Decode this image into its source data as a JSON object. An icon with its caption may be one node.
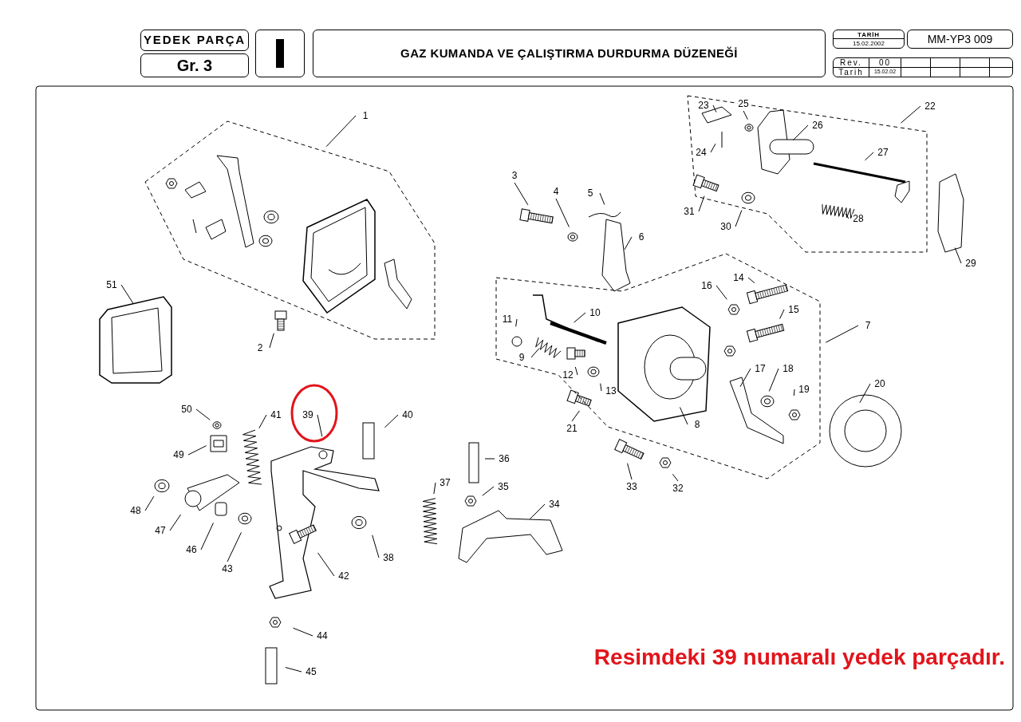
{
  "diagram": {
    "title": "GAZ KUMANDA VE ÇALIŞTIRMA DURDURMA DÜZENEĞİ",
    "caption": "Resimdeki 39 numaralı yedek parçadır.",
    "nodes": [
      {
        "text": [
          "1"
        ]
      },
      {
        "text": [
          "2"
        ]
      },
      {
        "text": [
          "3"
        ]
      },
      {
        "text": [
          "4"
        ]
      },
      {
        "text": [
          "5"
        ]
      },
      {
        "text": [
          "6"
        ]
      },
      {
        "text": [
          "7"
        ]
      },
      {
        "text": [
          "8"
        ]
      },
      {
        "text": [
          "9"
        ]
      },
      {
        "text": [
          "10"
        ]
      },
      {
        "text": [
          "11"
        ]
      },
      {
        "text": [
          "12"
        ]
      },
      {
        "text": [
          "13"
        ]
      },
      {
        "text": [
          "14"
        ]
      },
      {
        "text": [
          "15"
        ]
      },
      {
        "text": [
          "16"
        ]
      },
      {
        "text": [
          "17"
        ]
      },
      {
        "text": [
          "18"
        ]
      },
      {
        "text": [
          "19"
        ]
      },
      {
        "text": [
          "20"
        ]
      },
      {
        "text": [
          "21"
        ]
      },
      {
        "text": [
          "22"
        ]
      },
      {
        "text": [
          "23"
        ]
      },
      {
        "text": [
          "24"
        ]
      },
      {
        "text": [
          "25"
        ]
      },
      {
        "text": [
          "26"
        ]
      },
      {
        "text": [
          "27"
        ]
      },
      {
        "text": [
          "28"
        ]
      },
      {
        "text": [
          "29"
        ]
      },
      {
        "text": [
          "30"
        ]
      },
      {
        "text": [
          "31"
        ]
      },
      {
        "text": [
          "32"
        ]
      },
      {
        "text": [
          "33"
        ]
      },
      {
        "text": [
          "34"
        ]
      },
      {
        "text": [
          "35"
        ]
      },
      {
        "text": [
          "36"
        ]
      },
      {
        "text": [
          "37"
        ]
      },
      {
        "text": [
          "38"
        ]
      },
      {
        "text": [
          "39"
        ]
      },
      {
        "text": [
          "40"
        ]
      },
      {
        "text": [
          "41"
        ]
      },
      {
        "text": [
          "42"
        ]
      },
      {
        "text": [
          "43"
        ]
      },
      {
        "text": [
          "44"
        ]
      },
      {
        "text": [
          "45"
        ]
      },
      {
        "text": [
          "46"
        ]
      },
      {
        "text": [
          "47"
        ]
      },
      {
        "text": [
          "48"
        ]
      },
      {
        "text": [
          "49"
        ]
      },
      {
        "text": [
          "50"
        ]
      },
      {
        "text": [
          "51"
        ]
      }
    ],
    "edges": [
      {
        "from": 0,
        "to": null,
        "arrow": "none"
      },
      {
        "from": 1,
        "to": null,
        "arrow": "none"
      },
      {
        "from": 2,
        "to": null,
        "arrow": "none"
      },
      {
        "from": 3,
        "to": null,
        "arrow": "none"
      },
      {
        "from": 4,
        "to": null,
        "arrow": "none"
      },
      {
        "from": 5,
        "to": null,
        "arrow": "none"
      },
      {
        "from": 6,
        "to": null,
        "arrow": "none"
      },
      {
        "from": 7,
        "to": null,
        "arrow": "none"
      },
      {
        "from": 8,
        "to": null,
        "arrow": "none"
      },
      {
        "from": 9,
        "to": null,
        "arrow": "none"
      },
      {
        "from": 10,
        "to": null,
        "arrow": "none"
      },
      {
        "from": 11,
        "to": null,
        "arrow": "none"
      },
      {
        "from": 12,
        "to": null,
        "arrow": "none"
      },
      {
        "from": 13,
        "to": null,
        "arrow": "none"
      },
      {
        "from": 14,
        "to": null,
        "arrow": "none"
      },
      {
        "from": 15,
        "to": null,
        "arrow": "none"
      },
      {
        "from": 16,
        "to": null,
        "arrow": "none"
      },
      {
        "from": 17,
        "to": null,
        "arrow": "none"
      },
      {
        "from": 18,
        "to": null,
        "arrow": "none"
      },
      {
        "from": 19,
        "to": null,
        "arrow": "none"
      },
      {
        "from": 20,
        "to": null,
        "arrow": "none"
      },
      {
        "from": 21,
        "to": null,
        "arrow": "none"
      },
      {
        "from": 22,
        "to": null,
        "arrow": "none"
      },
      {
        "from": 23,
        "to": null,
        "arrow": "none"
      },
      {
        "from": 24,
        "to": null,
        "arrow": "none"
      },
      {
        "from": 25,
        "to": null,
        "arrow": "none"
      },
      {
        "from": 26,
        "to": null,
        "arrow": "none"
      },
      {
        "from": 27,
        "to": null,
        "arrow": "none"
      },
      {
        "from": 28,
        "to": null,
        "arrow": "none"
      },
      {
        "from": 29,
        "to": null,
        "arrow": "none"
      },
      {
        "from": 30,
        "to": null,
        "arrow": "none"
      },
      {
        "from": 31,
        "to": null,
        "arrow": "none"
      },
      {
        "from": 32,
        "to": null,
        "arrow": "none"
      },
      {
        "from": 33,
        "to": null,
        "arrow": "none"
      },
      {
        "from": 34,
        "to": null,
        "arrow": "none"
      },
      {
        "from": 35,
        "to": null,
        "arrow": "none"
      },
      {
        "from": 36,
        "to": null,
        "arrow": "none"
      },
      {
        "from": 37,
        "to": null,
        "arrow": "none"
      },
      {
        "from": 38,
        "to": null,
        "arrow": "none"
      },
      {
        "from": 39,
        "to": null,
        "arrow": "none"
      },
      {
        "from": 40,
        "to": null,
        "arrow": "none"
      },
      {
        "from": 41,
        "to": null,
        "arrow": "none"
      },
      {
        "from": 42,
        "to": null,
        "arrow": "none"
      },
      {
        "from": 43,
        "to": null,
        "arrow": "none"
      },
      {
        "from": 44,
        "to": null,
        "arrow": "none"
      },
      {
        "from": 45,
        "to": null,
        "arrow": "none"
      },
      {
        "from": 46,
        "to": null,
        "arrow": "none"
      },
      {
        "from": 47,
        "to": null,
        "arrow": "none"
      },
      {
        "from": 48,
        "to": null,
        "arrow": "none"
      },
      {
        "from": 49,
        "to": null,
        "arrow": "none"
      },
      {
        "from": 50,
        "to": null,
        "arrow": "none"
      }
    ],
    "labels": [
      "YEDEK PARÇA",
      "Gr. 3",
      "TARİH",
      "15.02.2002",
      "MM-YP3 009",
      "Rev.",
      "00",
      "Tarih",
      "15.02.02"
    ]
  }
}
